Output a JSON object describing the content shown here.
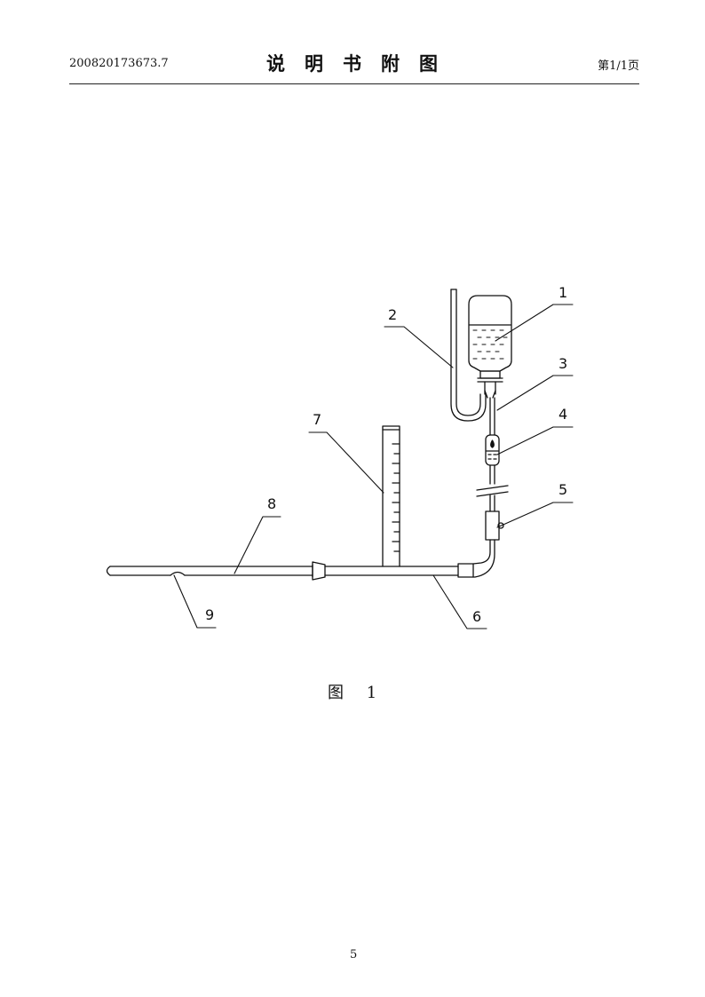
{
  "header": {
    "application_number": "200820173673.7",
    "title": "说明书附图",
    "page_indicator": "第1/1页"
  },
  "figure": {
    "caption": "图  1",
    "callouts": [
      "1",
      "2",
      "3",
      "4",
      "5",
      "6",
      "7",
      "8",
      "9"
    ]
  },
  "footer": {
    "page_number": "5"
  }
}
